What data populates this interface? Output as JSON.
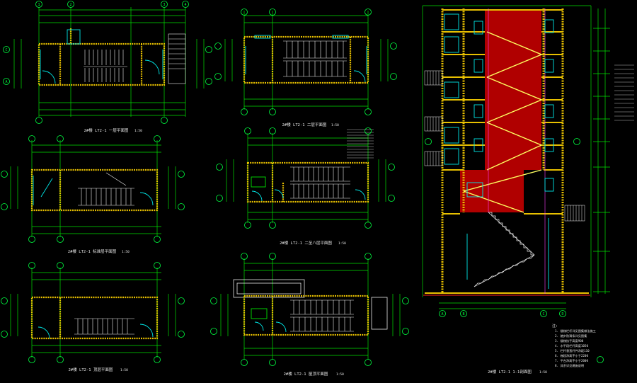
{
  "colors": {
    "background": "#000000",
    "wall": "#e8c000",
    "dim": "#00e000",
    "grid_bubble": "#00ff40",
    "cyan": "#00e8e8",
    "white": "#e6e6e6",
    "section_fill": "#b00000",
    "axis_red": "#ff2020",
    "magenta": "#ff40ff",
    "tread": "#f0f0f0",
    "hatch": "#ffff60"
  },
  "grid_bubbles": {
    "A": "A",
    "B": "B",
    "C": "C",
    "D": "D",
    "n1": "1",
    "n2": "2",
    "n3": "3",
    "n4": "4"
  },
  "plans": [
    {
      "title": "2#楼 LT2-1 一层平面图",
      "scale": "1:50"
    },
    {
      "title": "2#楼 LT2-1 二层平面图",
      "scale": "1:50"
    },
    {
      "title": "2#楼 LT2-1 标准层平面图",
      "scale": "1:50"
    },
    {
      "title": "2#楼 LT2-1 二至八层平面图",
      "scale": "1:50"
    },
    {
      "title": "2#楼 LT2-1 顶层平面图",
      "scale": "1:50"
    },
    {
      "title": "2#楼 LT2-1 屋顶平面图",
      "scale": "1:50"
    }
  ],
  "section": {
    "title": "2#楼 LT2-1 1-1剖面图",
    "scale": "1:50"
  },
  "notes": {
    "heading": "注:",
    "items": [
      "1. 楼梯栏杆详见图集做法施工",
      "2. 踏步防滑条详见图集",
      "3. 楼梯扶手高度900",
      "4. 水平段栏杆高度1050",
      "5. 栏杆垂直杆件净距110",
      "6. 梯段净高不小于2200",
      "7. 平台净高不小于2000",
      "8. 其余详见建施说明"
    ]
  }
}
